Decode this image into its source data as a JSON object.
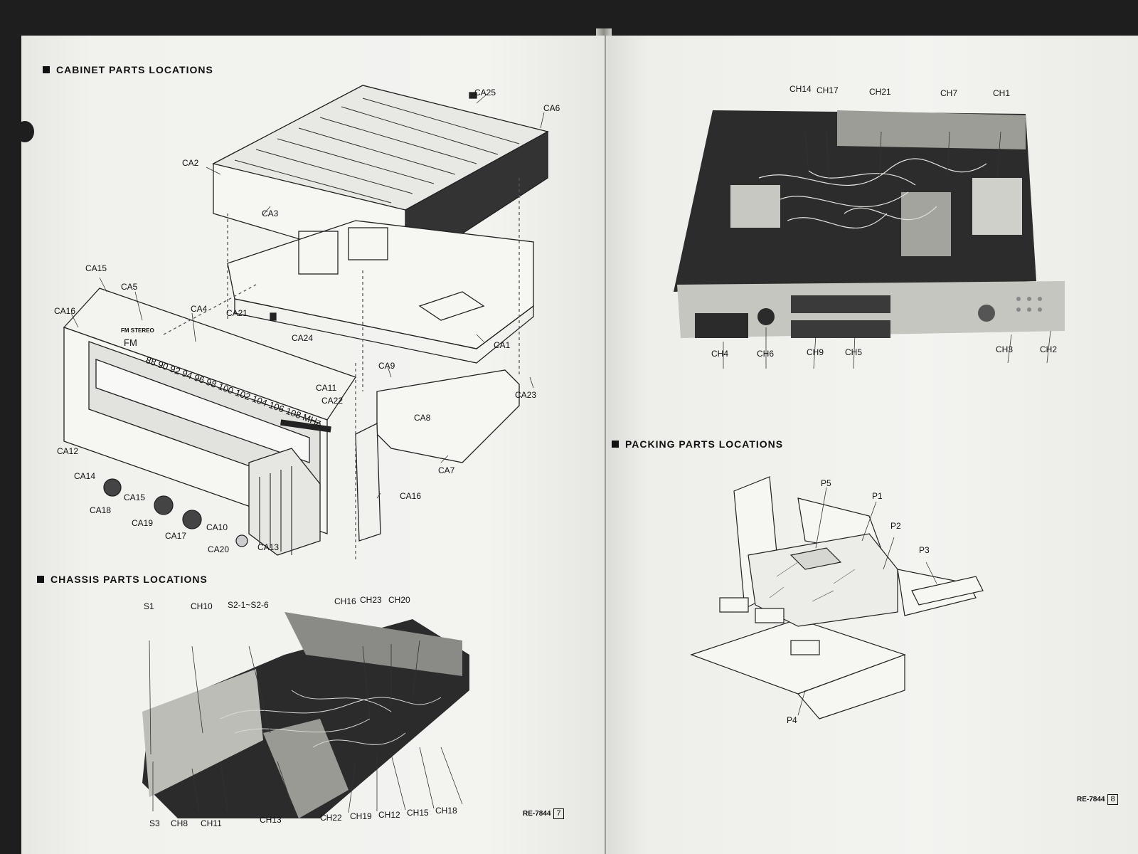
{
  "headings": {
    "cabinet": "CABINET PARTS LOCATIONS",
    "chassis": "CHASSIS PARTS LOCATIONS",
    "packing": "PACKING PARTS LOCATIONS"
  },
  "dial": {
    "stereo": "FM STEREO",
    "band": "FM",
    "scale": "88 90 92 94 96 98 100 102 104 106 108 MHz"
  },
  "cabinet_labels": [
    "CA25",
    "CA6",
    "CA2",
    "CA3",
    "CA15",
    "CA5",
    "CA4",
    "CA21",
    "CA16",
    "CA24",
    "CA1",
    "CA9",
    "CA23",
    "CA11",
    "CA22",
    "CA8",
    "CA12",
    "CA14",
    "CA7",
    "CA16",
    "CA15",
    "CA18",
    "CA19",
    "CA17",
    "CA10",
    "CA13",
    "CA20"
  ],
  "chassis_labels": [
    "S1",
    "CH10",
    "S2-1~S2-6",
    "CH16",
    "CH23",
    "CH20",
    "S3",
    "CH8",
    "CH11",
    "CH13",
    "CH22",
    "CH19",
    "CH12",
    "CH15",
    "CH18"
  ],
  "rear_labels": [
    "CH14",
    "CH17",
    "CH21",
    "CH7",
    "CH1",
    "CH4",
    "CH6",
    "CH9",
    "CH5",
    "CH3",
    "CH2"
  ],
  "packing_labels": [
    "P5",
    "P1",
    "P2",
    "P3",
    "P4"
  ],
  "footer": {
    "left_code": "RE-7844",
    "left_page": "7",
    "right_code": "RE-7844",
    "right_page": "8"
  }
}
